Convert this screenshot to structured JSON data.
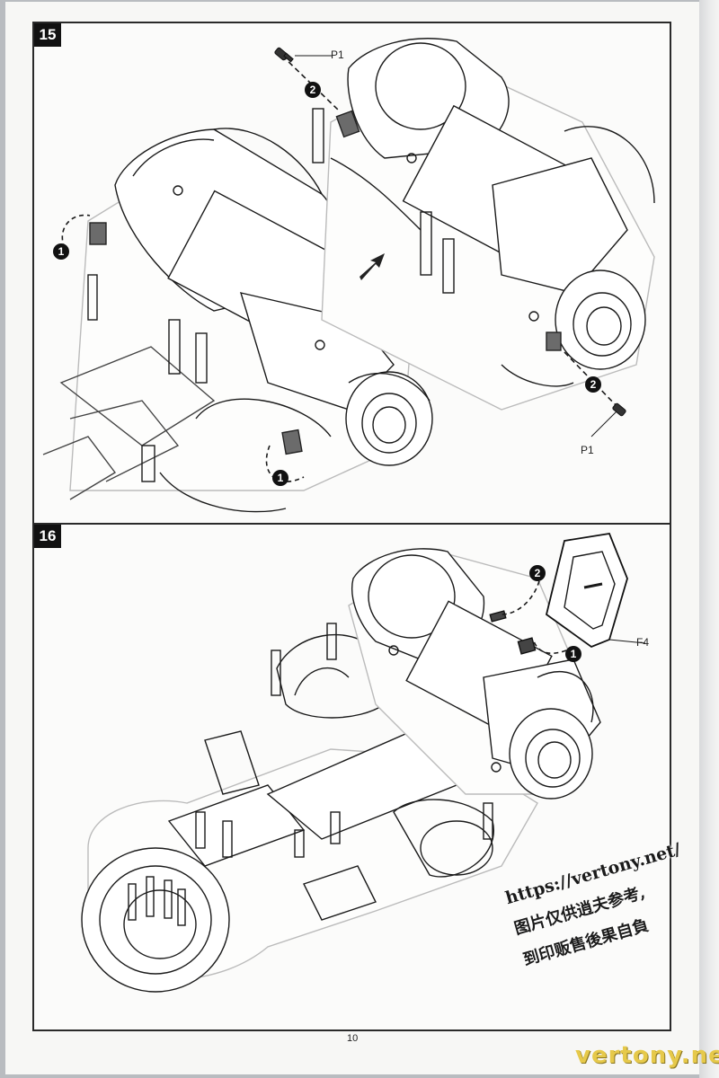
{
  "page": {
    "number": "10"
  },
  "steps": [
    {
      "number": "15",
      "callouts": {
        "part_left": "P1",
        "part_right": "P1"
      },
      "badges": {
        "a": "1",
        "b": "1",
        "c": "2",
        "d": "2"
      }
    },
    {
      "number": "16",
      "callouts": {
        "part": "F4"
      },
      "badges": {
        "a": "1",
        "b": "2"
      }
    }
  ],
  "watermark": {
    "url": "https://vertony.net/",
    "line1": "图片仅供逍夫参考,",
    "line2": "到印贩售後果自負",
    "brand": "vertony.net"
  },
  "colors": {
    "ink": "#1a1a1a",
    "paper": "#fbfbfa",
    "gray_part": "#6b6b6b"
  }
}
